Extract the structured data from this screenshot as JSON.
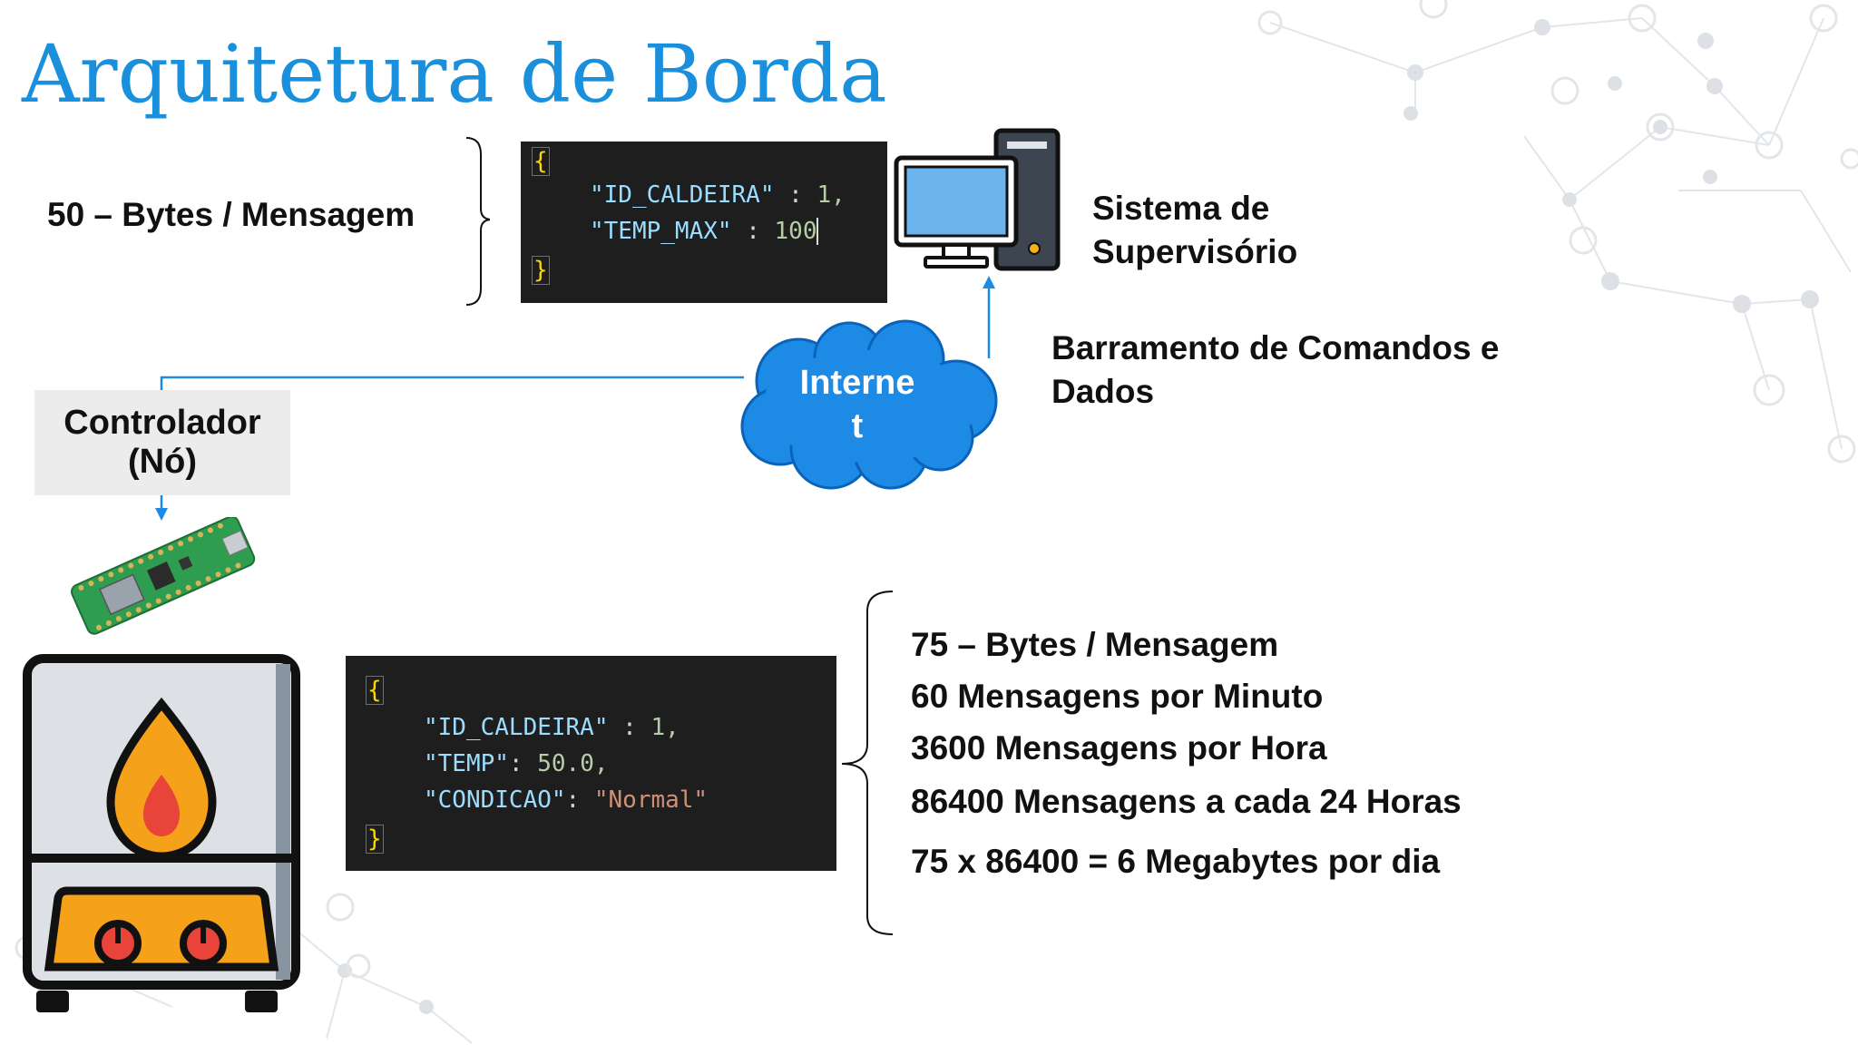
{
  "slide": {
    "title": "Arquitetura de Borda",
    "accent_color": "#1a8fdc"
  },
  "top_info": {
    "bytes_label": "50 – Bytes / Mensagem"
  },
  "top_code": {
    "open_brace": "{",
    "line1_key": "\"ID_CALDEIRA\"",
    "line1_sep": " : ",
    "line1_val": "1,",
    "line2_key": "\"TEMP_MAX\"",
    "line2_sep": " : ",
    "line2_val": "100",
    "close_brace": "}"
  },
  "supervisor": {
    "label_line1": "Sistema de",
    "label_line2": "Supervisório",
    "icon": "computer-icon"
  },
  "bus": {
    "label_line1": "Barramento de Comandos e",
    "label_line2": "Dados"
  },
  "cloud": {
    "label_line1": "Interne",
    "label_line2": "t",
    "color": "#1d8ae6",
    "icon": "cloud-icon"
  },
  "controller": {
    "label_line1": "Controlador",
    "label_line2": "(Nó)",
    "icon": "microcontroller-board-icon"
  },
  "boiler": {
    "icon": "boiler-icon"
  },
  "bottom_code": {
    "open_brace": "{",
    "line1_key": "\"ID_CALDEIRA\"",
    "line1_sep": " : ",
    "line1_val": "1,",
    "line2_key": "\"TEMP\"",
    "line2_sep": ": ",
    "line2_val": "50.0,",
    "line3_key": "\"CONDICAO\"",
    "line3_sep": ": ",
    "line3_val": "\"Normal\"",
    "close_brace": "}"
  },
  "stats": {
    "line1": "75 – Bytes / Mensagem",
    "line2": "60 Mensagens por Minuto",
    "line3": "3600 Mensagens por Hora",
    "line4": "86400 Mensagens a cada 24 Horas",
    "line5": "75 x 86400 = 6 Megabytes por dia"
  }
}
